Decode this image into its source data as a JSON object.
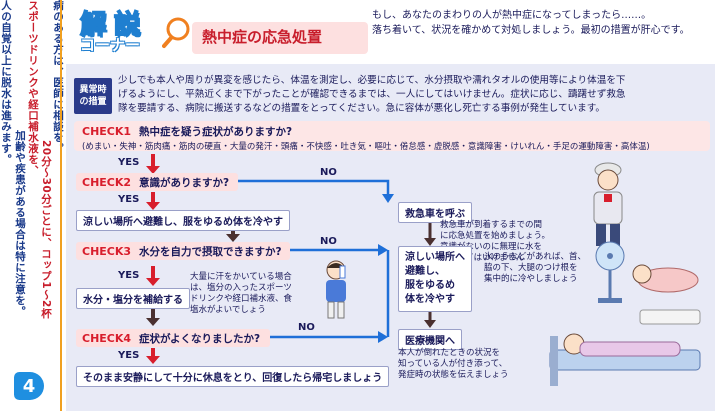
{
  "side": {
    "columns": [
      "人の自覚以上に脱水は進みます。",
      "スポーツドリンクや経口補水液を、",
      "病のある方は、医師に相談を。"
    ],
    "columns_b": [
      "加齢や疾患がある場合は特に注意を。",
      "20分〜30分ごとに、コップ1〜2杯",
      ""
    ],
    "page_number": "4"
  },
  "header": {
    "corner_chars": [
      "解",
      "説"
    ],
    "corner_sub": "コーナー",
    "title": "熱中症の応急処置",
    "intro": [
      "もし、あなたのまわりの人が熱中症になってしまったら……。",
      "落ち着いて、状況を確かめて対処しましょう。最初の措置が肝心です。"
    ]
  },
  "emergency": {
    "label": [
      "異常時",
      "の措置"
    ],
    "text": [
      "少しでも本人や周りが異変を感じたら、体温を測定し、必要に応じて、水分摂取や濡れタオルの使用等により体温を下",
      "げるようにし、平熱近くまで下がったことが確認できるまでは、一人にしてはいけません。症状に応じ、躊躇せず救急",
      "隊を要請する、病院に搬送するなどの措置をとってください。急に容体が悪化し死亡する事例が発生しています。"
    ]
  },
  "flow": {
    "check1": {
      "label": "CHECK1",
      "question": "熱中症を疑う症状がありますか?",
      "symptoms": "(めまい・失神・筋肉痛・筋肉の硬直・大量の発汗・頭痛・不快感・吐き気・嘔吐・倦怠感・虚脱感・意識障害・けいれん・手足の運動障害・高体温)"
    },
    "check2": {
      "label": "CHECK2",
      "question": "意識がありますか?"
    },
    "check3": {
      "label": "CHECK3",
      "question": "水分を自力で摂取できますか?"
    },
    "check4": {
      "label": "CHECK4",
      "question": "症状がよくなりましたか?"
    },
    "yes": "YES",
    "no": "NO",
    "action_cool": "涼しい場所へ避難し、服をゆるめ体を冷やす",
    "action_water": "水分・塩分を補給する",
    "action_final": "そのまま安静にして十分に休息をとり、回復したら帰宅しましょう",
    "water_note": [
      "大量に汗をかいている場合",
      "は、塩分の入ったスポーツ",
      "ドリンクや経口補水液、食",
      "塩水がよいでしょう"
    ],
    "ambulance": "救急車を呼ぶ",
    "ambulance_note": [
      "救急車が到着するまでの間",
      "に応急処置を始めましょう。",
      "意識がないのに無理に水を",
      "飲ませてはいけません"
    ],
    "cool_right": [
      "涼しい場所へ",
      "避難し、",
      "服をゆるめ",
      "体を冷やす"
    ],
    "cool_note": [
      "氷のうなどがあれば、首、",
      "脇の下、大腿のつけ根を",
      "集中的に冷やしましょう"
    ],
    "hospital": "医療機関へ",
    "hospital_note": [
      "本人が倒れたときの状況を",
      "知っている人が付き添って、",
      "発症時の状態を伝えましょう"
    ]
  },
  "colors": {
    "accent_red": "#d81e2c",
    "navy": "#2a3a8a",
    "flow_blue": "#1e6fd8",
    "panel": "#e8eaf6",
    "pink": "#fde0e0"
  }
}
